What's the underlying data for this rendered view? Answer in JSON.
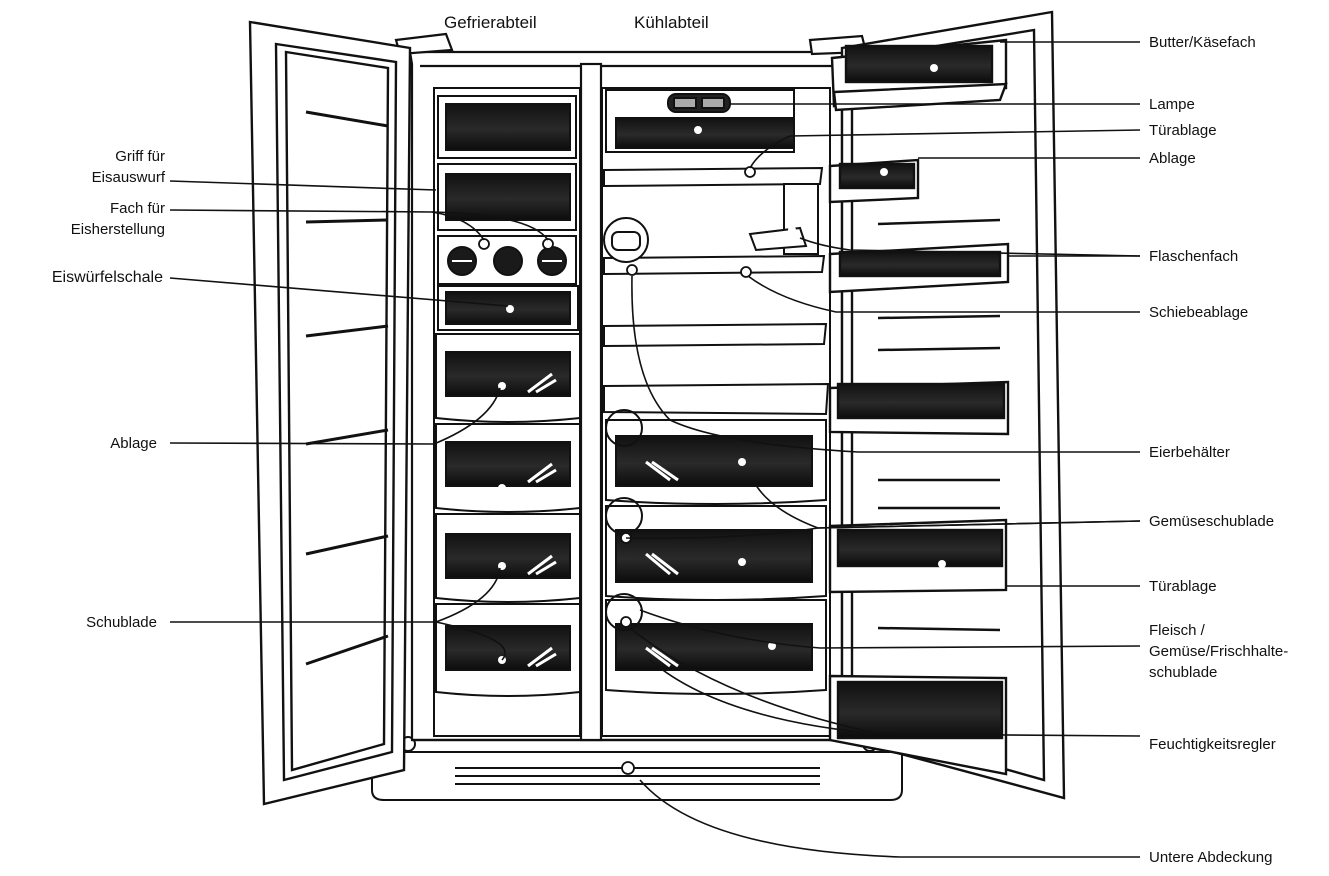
{
  "compartments": {
    "freezer": "Gefrierabteil",
    "fridge": "Kühlabteil"
  },
  "labels_left": {
    "griff_line1": "Griff für",
    "griff_line2": "Eisauswurf",
    "fach_line1": "Fach für",
    "fach_line2": "Eisherstellung",
    "eiswuerfelschale": "Eiswürfelschale",
    "ablage": "Ablage",
    "schublade": "Schublade"
  },
  "labels_right": {
    "butter": "Butter/Käsefach",
    "lampe": "Lampe",
    "tuerablage_top": "Türablage",
    "ablage": "Ablage",
    "flaschenfach": "Flaschenfach",
    "schiebeablage": "Schiebeablage",
    "eierbehaelter": "Eierbehälter",
    "gemueseschublade": "Gemüseschublade",
    "tuerablage_bottom": "Türablage",
    "fleisch_line1": "Fleisch /",
    "fleisch_line2": "Gemüse/Frischhalte-",
    "fleisch_line3": "schublade",
    "feuchtigkeitsregler": "Feuchtigkeitsregler",
    "untere_abdeckung": "Untere Abdeckung"
  },
  "colors": {
    "ink": "#111111",
    "dark_panel": "#1a1a1a",
    "light_fill": "#f2f2f2",
    "background": "#ffffff"
  }
}
